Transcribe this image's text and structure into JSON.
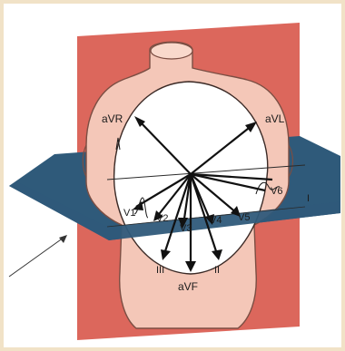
{
  "labels": {
    "avr": "aVR",
    "avl": "aVL",
    "avf": "aVF",
    "lead_i": "I",
    "lead_ii": "II",
    "lead_iii": "III",
    "v1": "V1",
    "v2": "V2",
    "v3": "V3",
    "v4": "V4",
    "v5": "V5",
    "v6": "V6"
  },
  "colors": {
    "frontal_plane": "#d8564a",
    "horizontal_plane": "#2f5a7a",
    "skin": "#f4c7b8",
    "skin_shadow": "#e3a795",
    "heart_window": "#ffffff",
    "frame": "#f1e2c7"
  }
}
